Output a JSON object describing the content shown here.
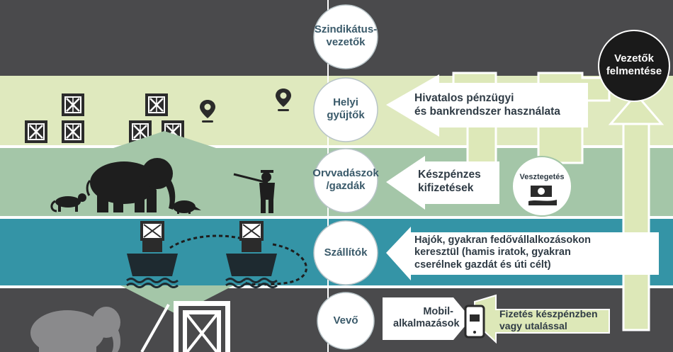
{
  "tiers": [
    {
      "id": "syndicate",
      "label": "Szindikátus-\nvezetők",
      "color": "#4a4a4c"
    },
    {
      "id": "local",
      "label": "Helyi\ngyűjtők",
      "color": "#dfe9be"
    },
    {
      "id": "poachers",
      "label": "Orvvadászok\n/gazdák",
      "color": "#a4c6a8"
    },
    {
      "id": "transport",
      "label": "Szállítók",
      "color": "#3494a6"
    },
    {
      "id": "buyer",
      "label": "Vevő",
      "color": "#4a4a4c"
    }
  ],
  "arrows": {
    "finance": "Hivatalos pénzügyi\nés bankrendszer használata",
    "cash": "Készpénzes\nkifizetések",
    "ships": "Hajók, gyakran fedővállalkozásokon\nkeresztül (hamis iratok, gyakran\ncserélnek gazdát és úti célt)",
    "mobile": "Mobil-\nalkalmazások",
    "payment": "Fizetés készpénzben\nvagy utalással"
  },
  "bribery": "Vesztegetés",
  "acquittal": "Vezetők\nfelmentése",
  "colors": {
    "dark": "#4a4a4c",
    "light_green": "#dfe9be",
    "sage": "#a4c6a8",
    "teal": "#3494a6",
    "pale_arrow": "#dde8b8",
    "icon": "#2b2b2b"
  },
  "icons": [
    "crate-icon",
    "location-pin-icon",
    "elephant-icon",
    "panther-icon",
    "armadillo-icon",
    "hunter-icon",
    "ship-icon",
    "money-hand-icon",
    "smartphone-icon"
  ]
}
